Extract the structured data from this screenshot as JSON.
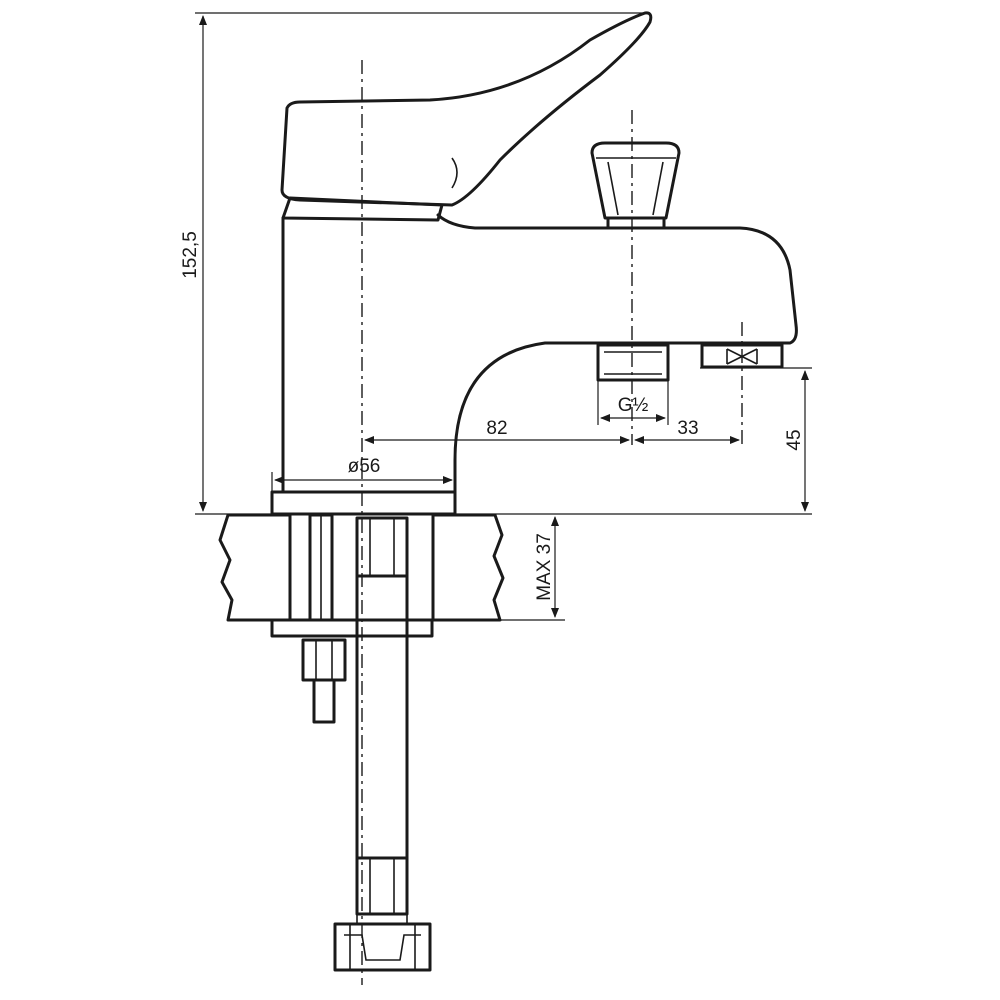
{
  "drawing": {
    "dimensions": {
      "total_height": "152,5",
      "spout_height": "45",
      "mount_diameter": "ø56",
      "spout_reach": "82",
      "outlet_offset": "33",
      "thread": "G½",
      "max_deck_thickness": "MAX 37"
    },
    "colors": {
      "line": "#1a1a1a",
      "background": "#ffffff",
      "deck_fill": "#ededed"
    }
  }
}
